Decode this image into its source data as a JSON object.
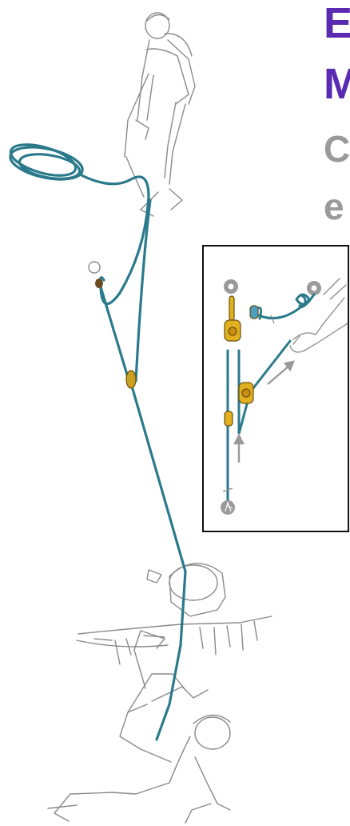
{
  "heading": {
    "line1": "E",
    "line2": "M"
  },
  "subheading": {
    "line1": "C",
    "line2": "e"
  },
  "colors": {
    "heading": "#5a2bb2",
    "subheading": "#9a9a9a",
    "rope": "#2a7a8c",
    "device": "#e0b020",
    "figure_line": "#8a8a8a"
  }
}
